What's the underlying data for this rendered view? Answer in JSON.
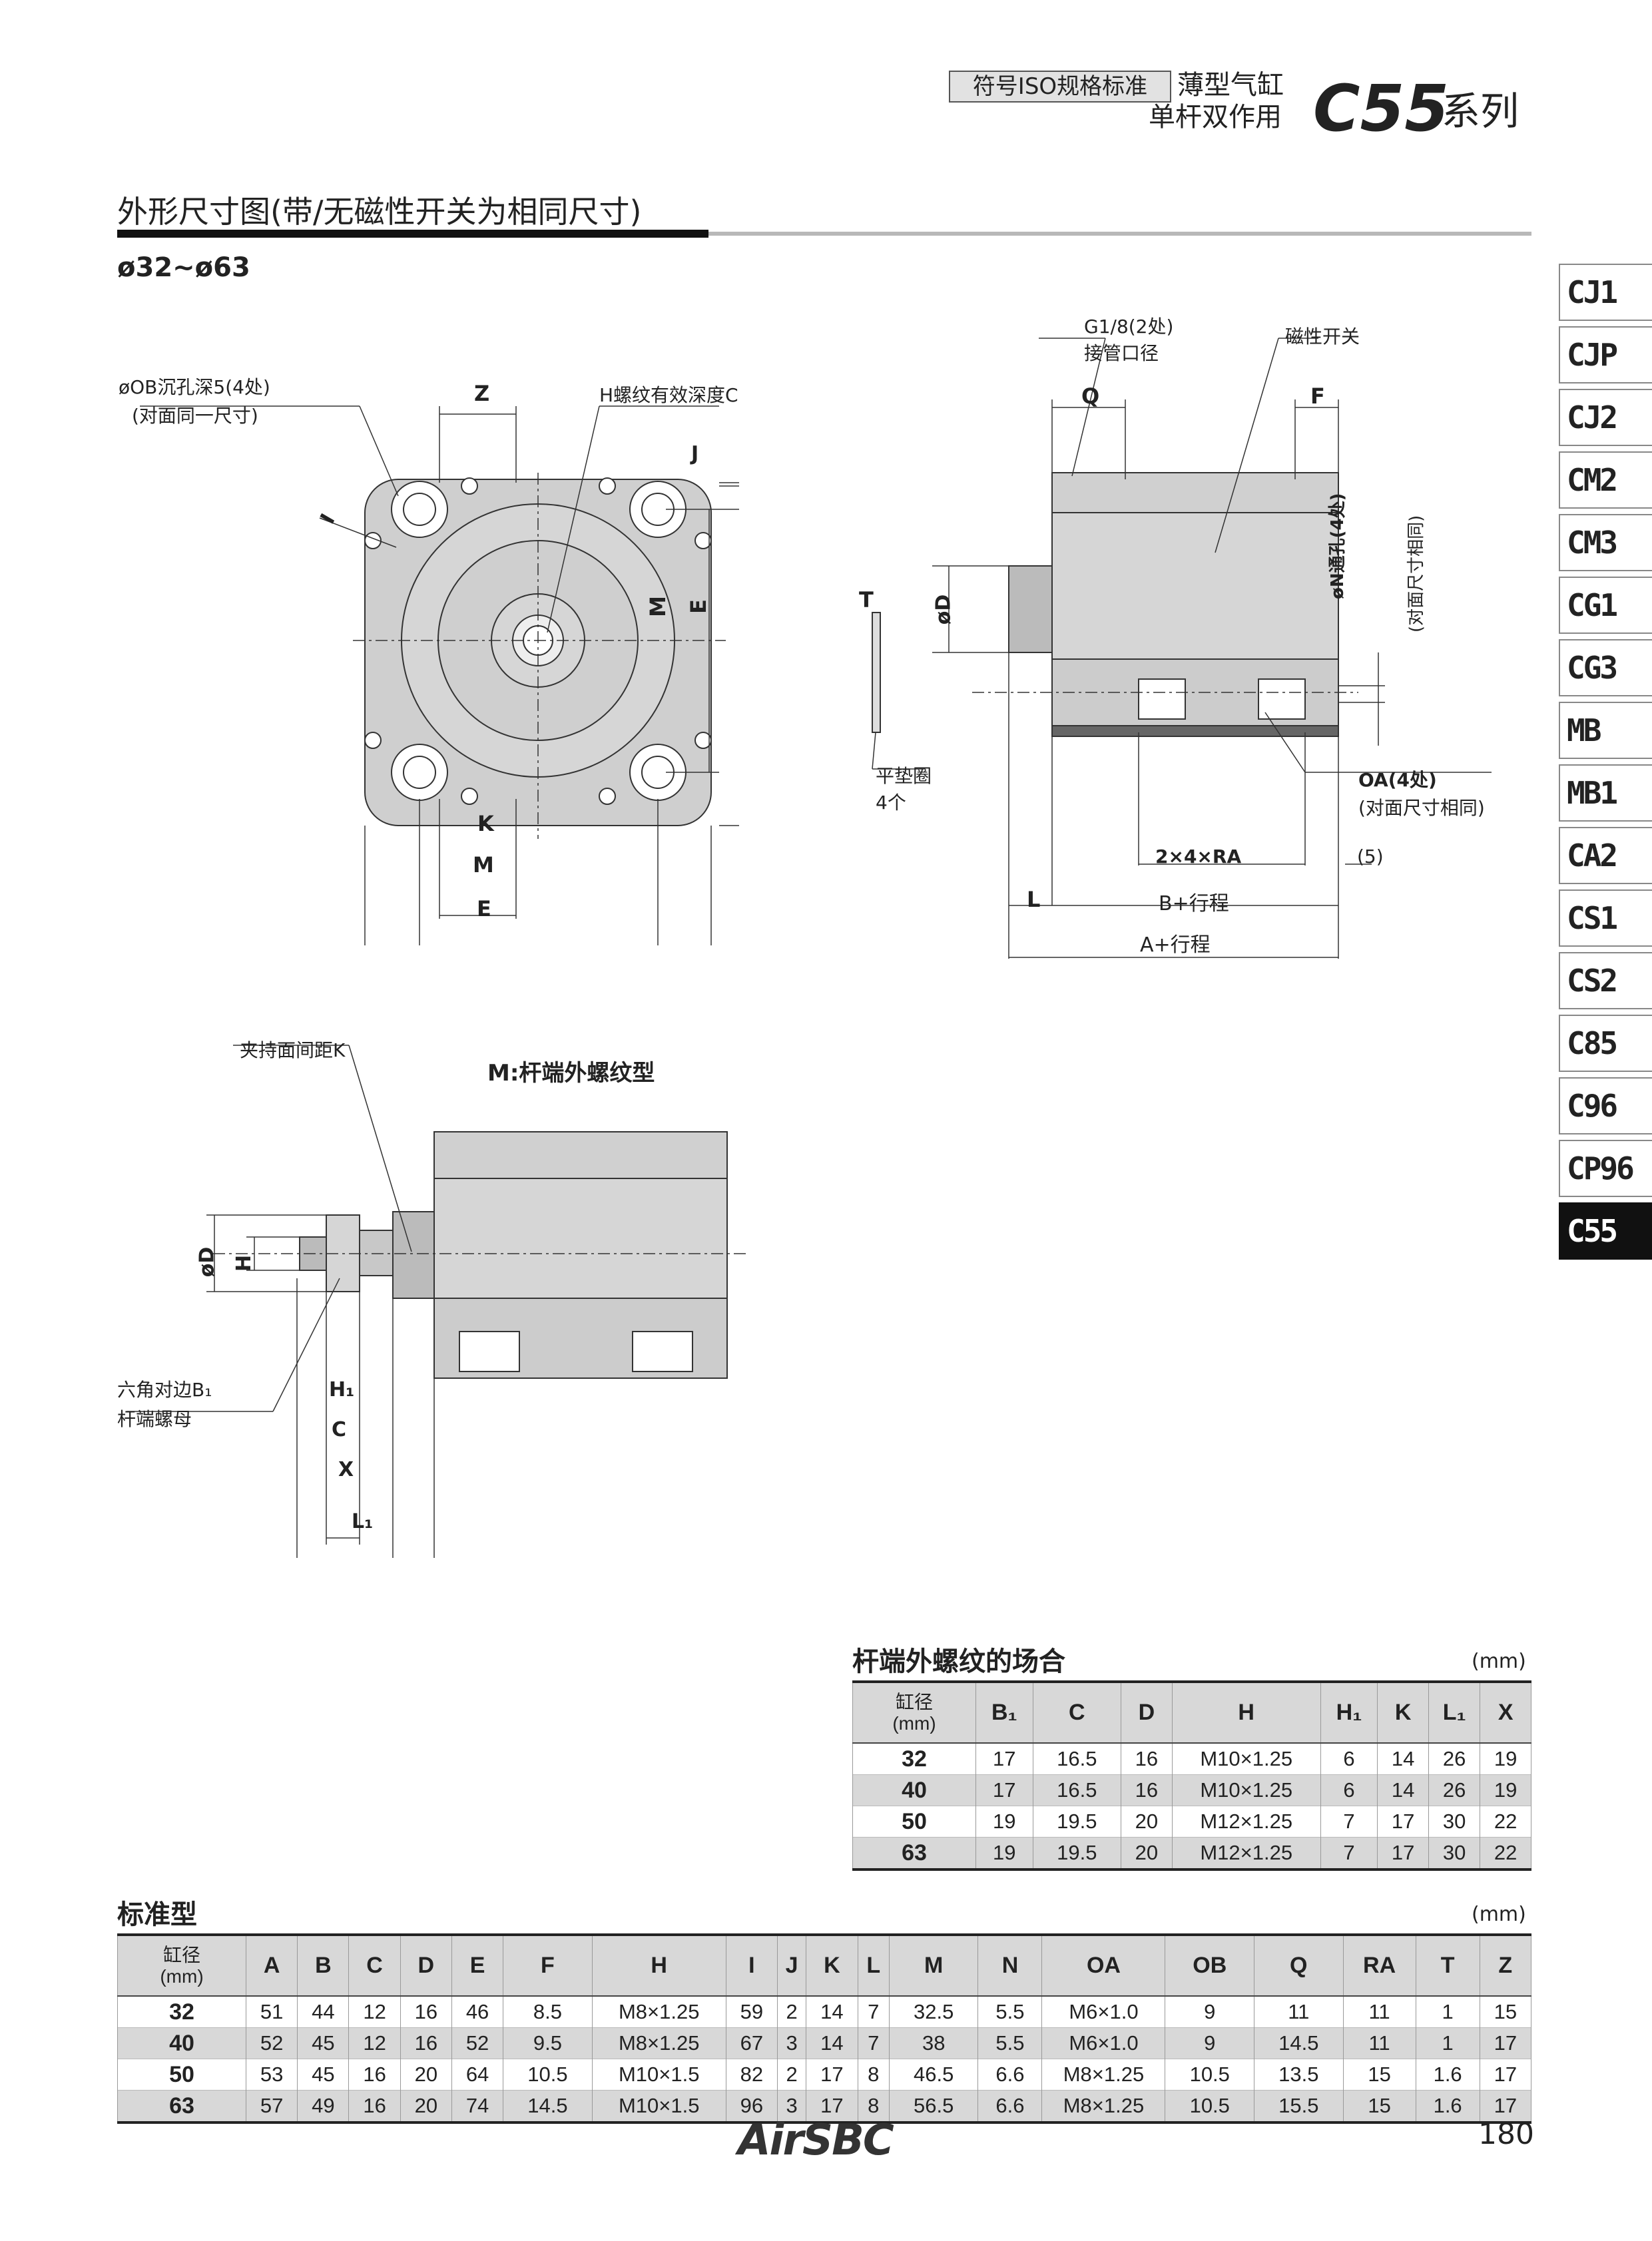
{
  "header": {
    "tag": "符号ISO规格标准",
    "type": "薄型气缸",
    "action": "单杆双作用",
    "model": "C55",
    "series": "系列"
  },
  "section": {
    "title": "外形尺寸图(带/无磁性开关为相同尺寸)",
    "bore_range": "ø32~ø63"
  },
  "side_tabs": [
    "CJ1",
    "CJP",
    "CJ2",
    "CM2",
    "CM3",
    "CG1",
    "CG3",
    "MB",
    "MB1",
    "CA2",
    "CS1",
    "CS2",
    "C85",
    "C96",
    "CP96",
    "C55"
  ],
  "active_tab": "C55",
  "front_view": {
    "ob_label": "øOB沉孔深5(4处)",
    "ob_note": "(对面同一尺寸)",
    "z": "Z",
    "h_label": "H螺纹有效深度C",
    "j": "J",
    "i": "I",
    "m_side": "M",
    "e_side": "E",
    "k": "K",
    "m_bottom": "M",
    "e_bottom": "E"
  },
  "side_view": {
    "port_label": "G1/8(2处)",
    "port_note": "接管口径",
    "switch": "磁性开关",
    "q": "Q",
    "f": "F",
    "t": "T",
    "d": "øD",
    "n_label": "øN通孔(4处)",
    "n_note": "(对面尺寸相同)",
    "washer": "平垫圈",
    "washer_qty": "4个",
    "oa_label": "OA(4处)",
    "oa_note": "(对面尺寸相同)",
    "ra": "2×4×RA",
    "five": "(5)",
    "l": "L",
    "b_stroke": "B+行程",
    "a_stroke": "A+行程"
  },
  "rod_view": {
    "title": "M:杆端外螺纹型",
    "k_label": "夹持面间距K",
    "d": "øD",
    "h": "H",
    "b1_label": "六角对边B₁",
    "nut": "杆端螺母",
    "h1": "H₁",
    "c": "C",
    "x": "X",
    "l1": "L₁"
  },
  "rod_table": {
    "title": "杆端外螺纹的场合",
    "unit": "(mm)",
    "bore_header": "缸径\n(mm)",
    "columns": [
      "B₁",
      "C",
      "D",
      "H",
      "H₁",
      "K",
      "L₁",
      "X"
    ],
    "rows": [
      [
        "32",
        "17",
        "16.5",
        "16",
        "M10×1.25",
        "6",
        "14",
        "26",
        "19"
      ],
      [
        "40",
        "17",
        "16.5",
        "16",
        "M10×1.25",
        "6",
        "14",
        "26",
        "19"
      ],
      [
        "50",
        "19",
        "19.5",
        "20",
        "M12×1.25",
        "7",
        "17",
        "30",
        "22"
      ],
      [
        "63",
        "19",
        "19.5",
        "20",
        "M12×1.25",
        "7",
        "17",
        "30",
        "22"
      ]
    ]
  },
  "std_table": {
    "title": "标准型",
    "unit": "(mm)",
    "bore_header": "缸径\n(mm)",
    "columns": [
      "A",
      "B",
      "C",
      "D",
      "E",
      "F",
      "H",
      "I",
      "J",
      "K",
      "L",
      "M",
      "N",
      "OA",
      "OB",
      "Q",
      "RA",
      "T",
      "Z"
    ],
    "rows": [
      [
        "32",
        "51",
        "44",
        "12",
        "16",
        "46",
        "8.5",
        "M8×1.25",
        "59",
        "2",
        "14",
        "7",
        "32.5",
        "5.5",
        "M6×1.0",
        "9",
        "11",
        "11",
        "1",
        "15"
      ],
      [
        "40",
        "52",
        "45",
        "12",
        "16",
        "52",
        "9.5",
        "M8×1.25",
        "67",
        "3",
        "14",
        "7",
        "38",
        "5.5",
        "M6×1.0",
        "9",
        "14.5",
        "11",
        "1",
        "17"
      ],
      [
        "50",
        "53",
        "45",
        "16",
        "20",
        "64",
        "10.5",
        "M10×1.5",
        "82",
        "2",
        "17",
        "8",
        "46.5",
        "6.6",
        "M8×1.25",
        "10.5",
        "13.5",
        "15",
        "1.6",
        "17"
      ],
      [
        "63",
        "57",
        "49",
        "16",
        "20",
        "74",
        "14.5",
        "M10×1.5",
        "96",
        "3",
        "17",
        "8",
        "56.5",
        "6.6",
        "M8×1.25",
        "10.5",
        "15.5",
        "15",
        "1.6",
        "17"
      ]
    ]
  },
  "footer": {
    "logo": "AirSBC",
    "page": "180"
  }
}
